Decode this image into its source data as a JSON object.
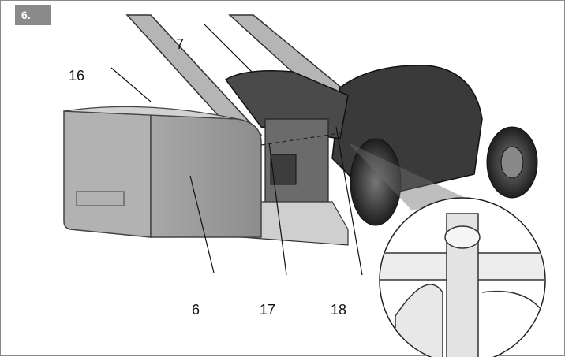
{
  "figure": {
    "tag": "6.",
    "callouts": {
      "c16": "16",
      "c7": "7",
      "c6": "6",
      "c17": "17",
      "c18": "18"
    },
    "colors": {
      "frame": "#8a8a8a",
      "mower": "#3a3a3a",
      "bag": "#9a9a9a",
      "line": "#111111"
    }
  }
}
